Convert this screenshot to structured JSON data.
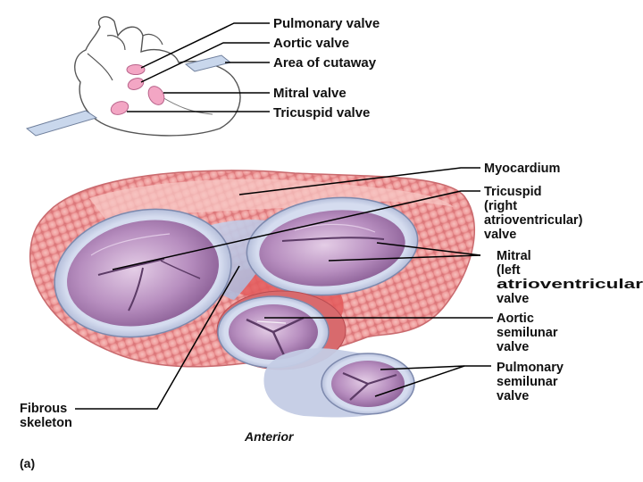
{
  "inset_labels": {
    "pulmonary_valve": "Pulmonary valve",
    "aortic_valve": "Aortic valve",
    "area_of_cutaway": "Area of cutaway",
    "mitral_valve": "Mitral valve",
    "tricuspid_valve": "Tricuspid valve"
  },
  "main_labels": {
    "myocardium": "Myocardium",
    "tricuspid": [
      "Tricuspid",
      "(right",
      "atrioventricular)",
      "valve"
    ],
    "mitral": [
      "Mitral",
      "(left",
      "atrioventricular",
      "valve"
    ],
    "aortic": [
      "Aortic",
      "semilunar",
      "valve"
    ],
    "pulmonary": [
      "Pulmonary",
      "semilunar",
      "valve"
    ],
    "fibrous_skeleton": [
      "Fibrous",
      "skeleton"
    ],
    "anterior": "Anterior",
    "panel_tag": "(a)"
  },
  "colors": {
    "muscle": "#f2a7a6",
    "muscle_dark": "#d9777a",
    "valve_ring": "#c9d3ea",
    "valve_inner": "#b98fbf",
    "valve_dark": "#8e5f98",
    "highlight": "#f7c9dc",
    "inset_valve": "#f3a6c4"
  }
}
